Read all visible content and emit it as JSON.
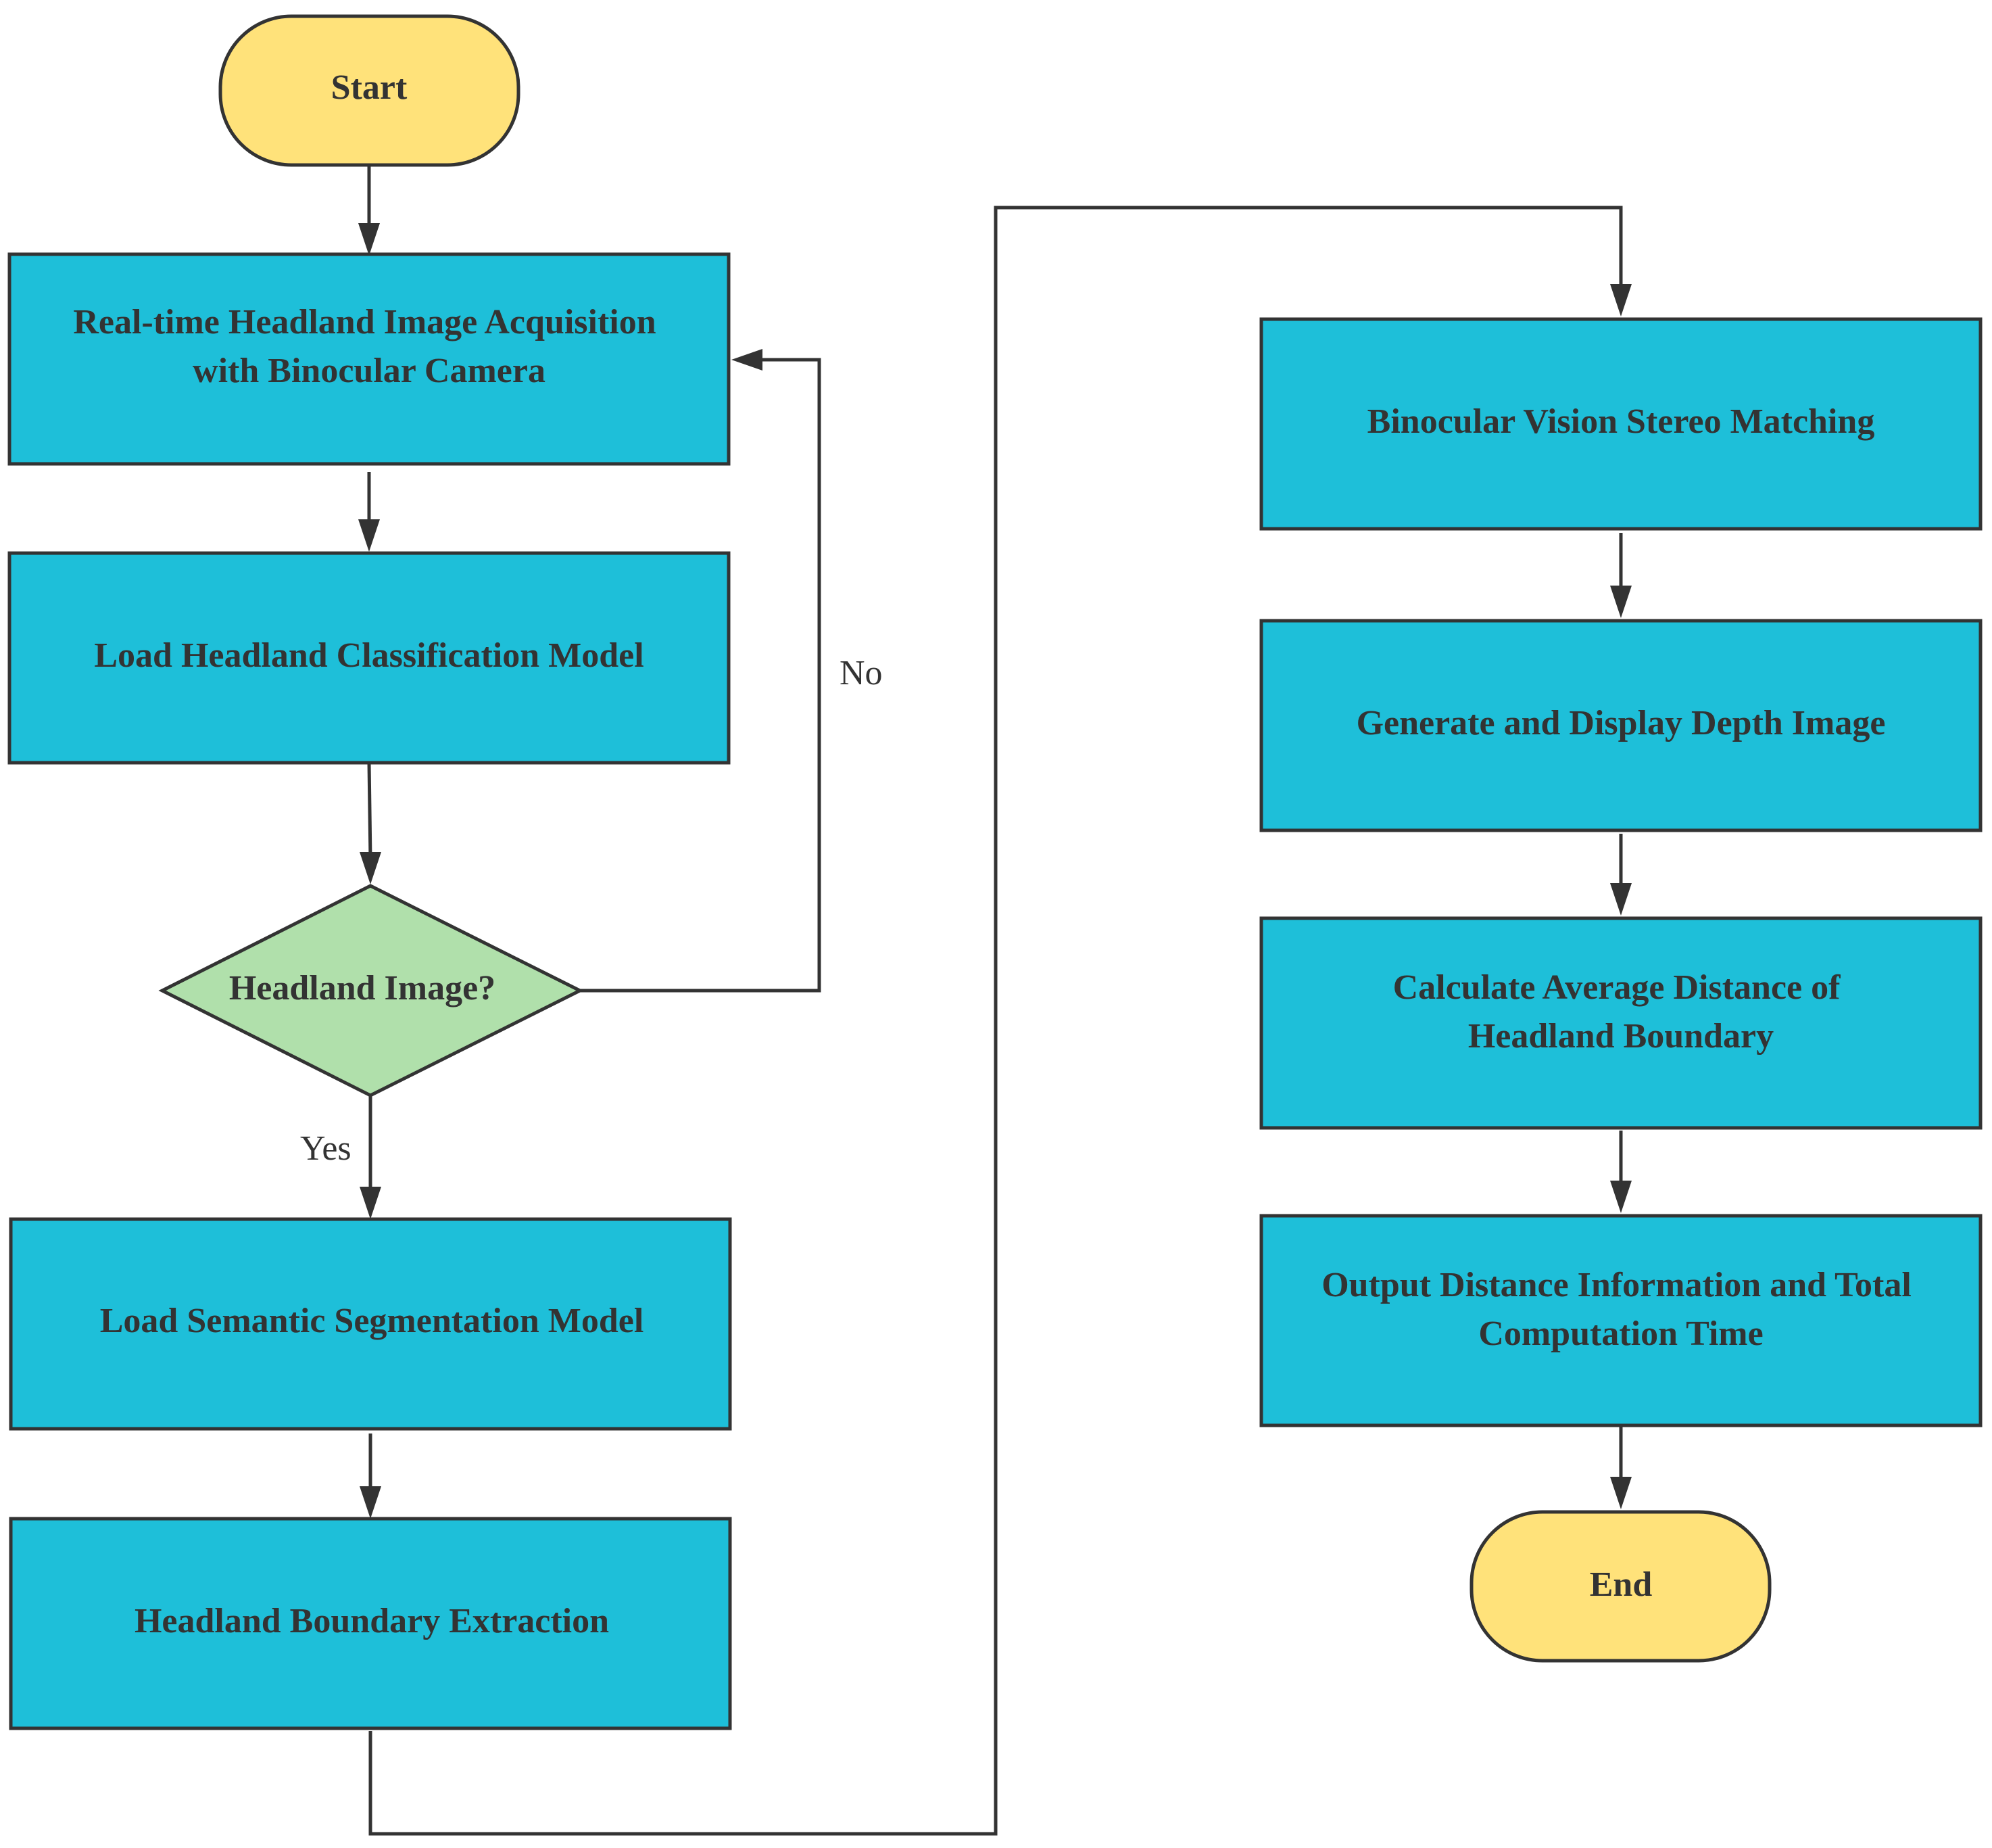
{
  "colors": {
    "process_fill": "#1EBFD9",
    "terminal_fill": "#FFE27A",
    "decision_fill": "#B0E0AB",
    "stroke": "#333333",
    "text": "#333333"
  },
  "nodes": {
    "start": "Start",
    "acquire": [
      "Real-time Headland Image Acquisition",
      "with Binocular Camera"
    ],
    "load_classification": "Load Headland Classification Model",
    "decision": "Headland Image?",
    "load_segmentation": "Load Semantic Segmentation Model",
    "boundary_extraction": "Headland Boundary Extraction",
    "stereo_matching": "Binocular Vision Stereo Matching",
    "depth_image": "Generate and Display Depth Image",
    "average_distance": [
      "Calculate Average Distance of",
      "Headland Boundary"
    ],
    "output": [
      "Output Distance Information and Total",
      "Computation Time"
    ],
    "end": "End"
  },
  "edge_labels": {
    "no": "No",
    "yes": "Yes"
  }
}
